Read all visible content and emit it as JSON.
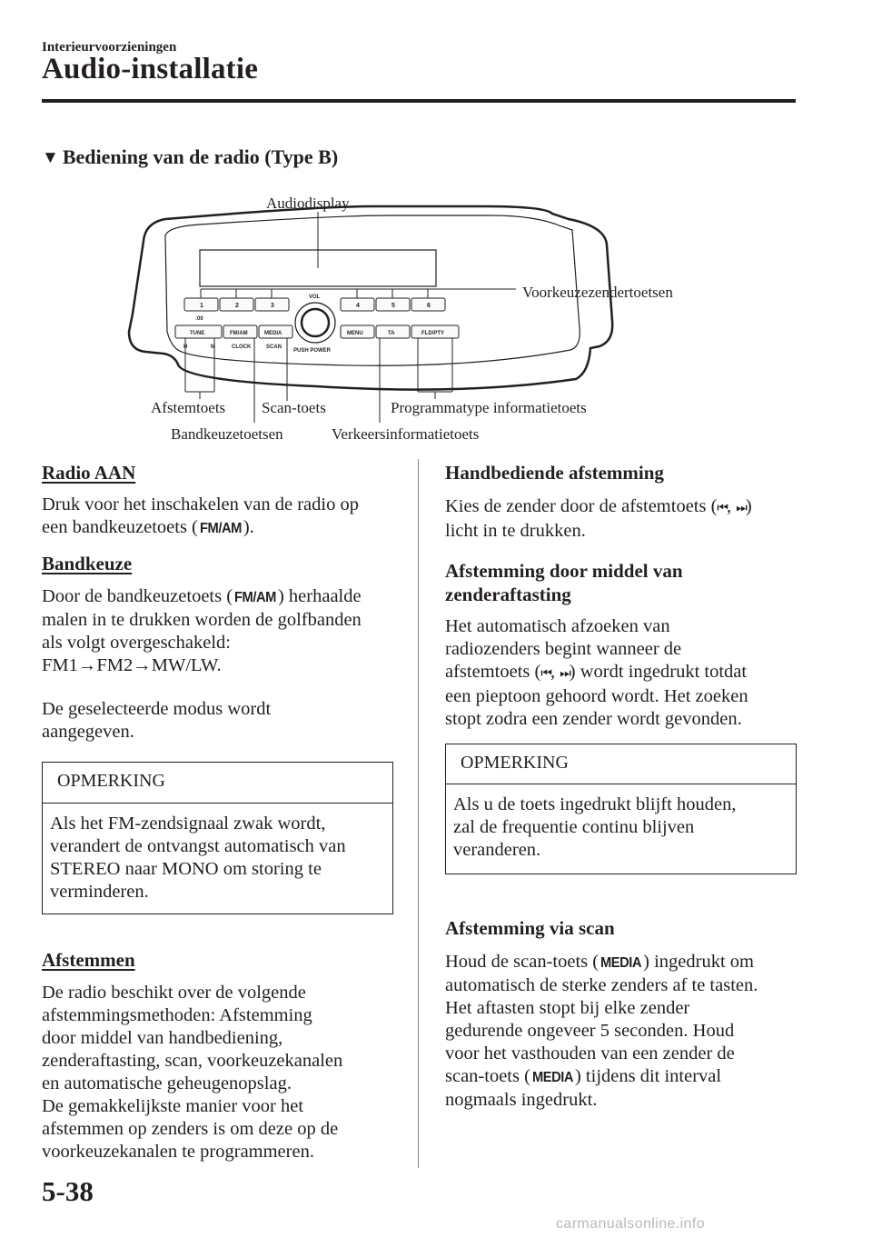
{
  "header": {
    "chapter": "Interieurvoorzieningen",
    "section_title": "Audio-installatie"
  },
  "subsection": {
    "marker": "▼",
    "title": "Bediening van de radio (Type B)"
  },
  "diagram": {
    "labels": {
      "audiodisplay": "Audiodisplay",
      "preset": "Voorkeuzezendertoetsen",
      "tune": "Afstemtoets",
      "scan": "Scan-toets",
      "band": "Bandkeuzetoetsen",
      "ta": "Verkeersinformatietoets",
      "pty": "Programmatype informatietoets"
    },
    "panel": {
      "b1": "1",
      "b2": "2",
      "b3": "3",
      "b4": "4",
      "b5": "5",
      "b6": "6",
      "zero": ":00",
      "vol": "VOL",
      "tune": "TUNE",
      "fmam": "FM/AM",
      "media": "MEDIA",
      "menu": "MENU",
      "ta": "TA",
      "fld": "FLD/PTY",
      "h": "H",
      "m": "M",
      "clock": "CLOCK",
      "scan": "SCAN",
      "push_power": "PUSH POWER"
    }
  },
  "left": {
    "radio_on_heading": "Radio AAN",
    "radio_on_a": "Druk voor het inschakelen van de radio op",
    "radio_on_b": "een bandkeuzetoets (",
    "radio_on_c": ").",
    "band_heading": "Bandkeuze",
    "band_a": "Door de bandkeuzetoets (",
    "band_b": ") herhaalde",
    "band_l2": "malen in te drukken worden de golfbanden",
    "band_l3": "als volgt overgeschakeld:",
    "band_l4": "FM1→FM2→MW/LW.",
    "band_l5": "De geselecteerde modus wordt",
    "band_l6": "aangegeven.",
    "note_heading": "OPMERKING",
    "note_l1": "Als het FM-zendsignaal zwak wordt,",
    "note_l2": "verandert de ontvangst automatisch van",
    "note_l3": "STEREO naar MONO om storing te",
    "note_l4": "verminderen.",
    "tune_heading": "Afstemmen",
    "tune_l1": "De radio beschikt over de volgende",
    "tune_l2": "afstemmingsmethoden: Afstemming",
    "tune_l3": "door middel van handbediening,",
    "tune_l4": "zenderaftasting, scan, voorkeuzekanalen",
    "tune_l5": "en automatische geheugenopslag.",
    "tune_l6": "De gemakkelijkste manier voor het",
    "tune_l7": "afstemmen op zenders is om deze op de",
    "tune_l8": "voorkeuzekanalen te programmeren."
  },
  "right": {
    "manual_heading": "Handbediende afstemming",
    "manual_a": "Kies de zender door de afstemtoets (",
    "manual_b": ")",
    "manual_l2": "licht in te drukken.",
    "seek_heading_l1": "Afstemming door middel van",
    "seek_heading_l2": "zenderaftasting",
    "seek_l1": "Het automatisch afzoeken van",
    "seek_l2": "radiozenders begint wanneer de",
    "seek_l3a": "afstemtoets (",
    "seek_l3b": ") wordt ingedrukt totdat",
    "seek_l4": "een pieptoon gehoord wordt. Het zoeken",
    "seek_l5": "stopt zodra een zender wordt gevonden.",
    "note_heading": "OPMERKING",
    "note_l1": "Als u de toets ingedrukt blijft houden,",
    "note_l2": "zal de frequentie continu blijven",
    "note_l3": "veranderen.",
    "scan_heading": "Afstemming via scan",
    "scan_l1a": "Houd de scan-toets (",
    "scan_l1b": ") ingedrukt om",
    "scan_l2": "automatisch de sterke zenders af te tasten.",
    "scan_l3": "Het aftasten stopt bij elke zender",
    "scan_l4": "gedurende ongeveer 5 seconden. Houd",
    "scan_l5": "voor het vasthouden van een zender de",
    "scan_l6a": "scan-toets (",
    "scan_l6b": ") tijdens dit interval",
    "scan_l7": "nogmaals ingedrukt."
  },
  "inline": {
    "fmam": "FM/AM",
    "media": "MEDIA",
    "prev": "⏮",
    "next": "⏭",
    "comma": ", "
  },
  "footer": {
    "page_number": "5-38",
    "watermark": "carmanualsonline.info"
  }
}
